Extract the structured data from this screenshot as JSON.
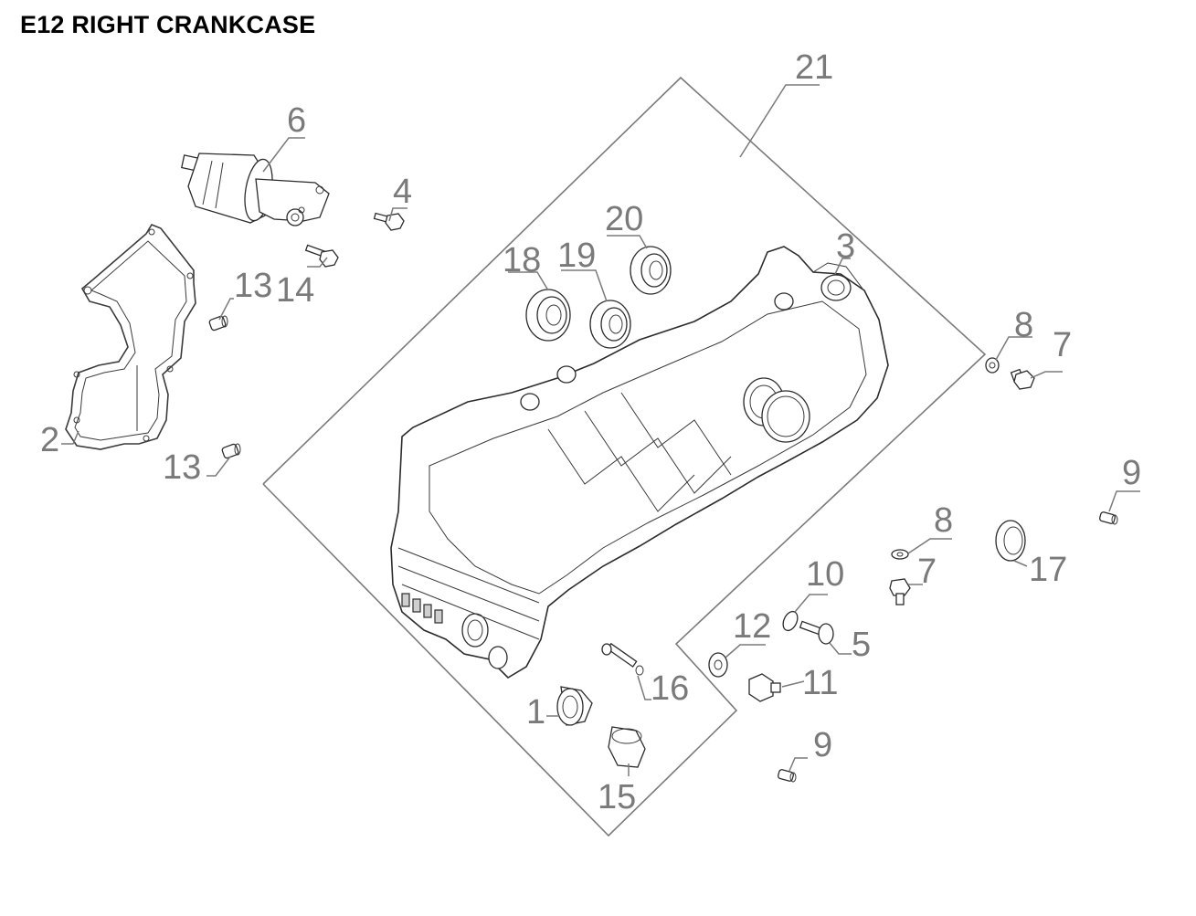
{
  "page": {
    "title": "E12 RIGHT CRANKCASE"
  },
  "callouts": [
    {
      "id": "c1",
      "label": "1"
    },
    {
      "id": "c2",
      "label": "2"
    },
    {
      "id": "c3",
      "label": "3"
    },
    {
      "id": "c4",
      "label": "4"
    },
    {
      "id": "c5",
      "label": "5"
    },
    {
      "id": "c6",
      "label": "6"
    },
    {
      "id": "c7a",
      "label": "7"
    },
    {
      "id": "c7b",
      "label": "7"
    },
    {
      "id": "c8a",
      "label": "8"
    },
    {
      "id": "c8b",
      "label": "8"
    },
    {
      "id": "c9a",
      "label": "9"
    },
    {
      "id": "c9b",
      "label": "9"
    },
    {
      "id": "c10",
      "label": "10"
    },
    {
      "id": "c11",
      "label": "11"
    },
    {
      "id": "c12",
      "label": "12"
    },
    {
      "id": "c13a",
      "label": "13"
    },
    {
      "id": "c13b",
      "label": "13"
    },
    {
      "id": "c14",
      "label": "14"
    },
    {
      "id": "c15",
      "label": "15"
    },
    {
      "id": "c16",
      "label": "16"
    },
    {
      "id": "c17",
      "label": "17"
    },
    {
      "id": "c18",
      "label": "18"
    },
    {
      "id": "c19",
      "label": "19"
    },
    {
      "id": "c20",
      "label": "20"
    },
    {
      "id": "c21",
      "label": "21"
    }
  ]
}
